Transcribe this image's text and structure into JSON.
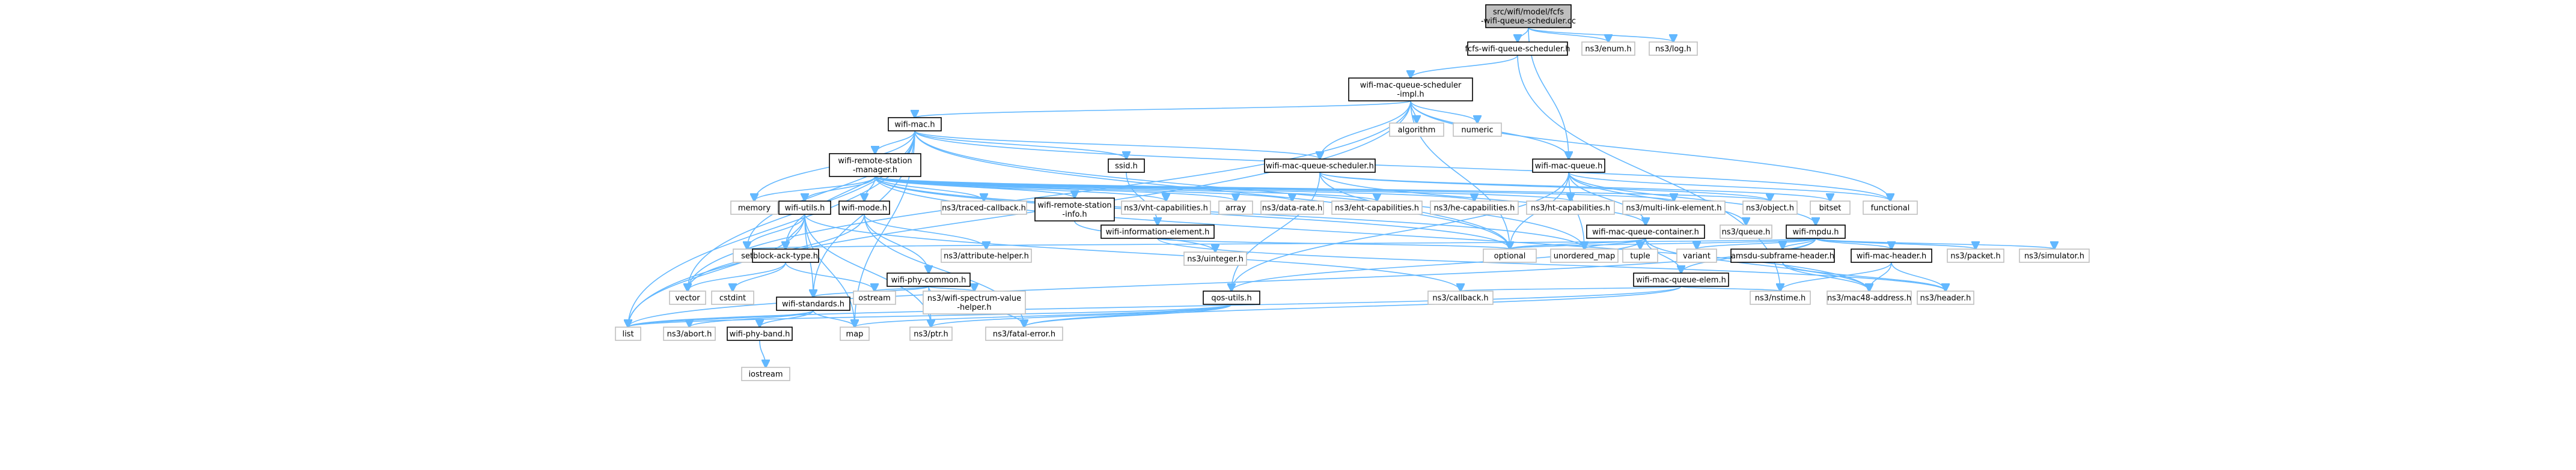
{
  "title": "src/wifi/model/fcfs-wifi-queue-scheduler.cc include dependency graph",
  "colors": {
    "edge": "#63b8ff",
    "documented_border": "#000000",
    "external_border": "#bfbfbf",
    "root_fill": "#bfbfbf"
  },
  "nodes": [
    {
      "id": "root",
      "lines": [
        "src/wifi/model/fcfs",
        "-wifi-queue-scheduler.cc"
      ],
      "kind": "root"
    },
    {
      "id": "fcfs_h",
      "lines": [
        "fcfs-wifi-queue-scheduler.h"
      ],
      "kind": "doc"
    },
    {
      "id": "enum_h",
      "lines": [
        "ns3/enum.h"
      ],
      "kind": "ext"
    },
    {
      "id": "log_h",
      "lines": [
        "ns3/log.h"
      ],
      "kind": "ext"
    },
    {
      "id": "wmqs_impl",
      "lines": [
        "wifi-mac-queue-scheduler",
        "-impl.h"
      ],
      "kind": "doc"
    },
    {
      "id": "wifi_mac",
      "lines": [
        "wifi-mac.h"
      ],
      "kind": "doc"
    },
    {
      "id": "algorithm",
      "lines": [
        "algorithm"
      ],
      "kind": "ext"
    },
    {
      "id": "numeric",
      "lines": [
        "numeric"
      ],
      "kind": "ext"
    },
    {
      "id": "wrsm",
      "lines": [
        "wifi-remote-station",
        "-manager.h"
      ],
      "kind": "doc"
    },
    {
      "id": "ssid",
      "lines": [
        "ssid.h"
      ],
      "kind": "doc"
    },
    {
      "id": "wmqs",
      "lines": [
        "wifi-mac-queue-scheduler.h"
      ],
      "kind": "doc"
    },
    {
      "id": "wmq",
      "lines": [
        "wifi-mac-queue.h"
      ],
      "kind": "doc"
    },
    {
      "id": "memory",
      "lines": [
        "memory"
      ],
      "kind": "ext"
    },
    {
      "id": "wifi_utils",
      "lines": [
        "wifi-utils.h"
      ],
      "kind": "doc"
    },
    {
      "id": "wifi_mode",
      "lines": [
        "wifi-mode.h"
      ],
      "kind": "doc"
    },
    {
      "id": "traced_cb",
      "lines": [
        "ns3/traced-callback.h"
      ],
      "kind": "ext"
    },
    {
      "id": "wrs_info",
      "lines": [
        "wifi-remote-station",
        "-info.h"
      ],
      "kind": "doc"
    },
    {
      "id": "vht_cap",
      "lines": [
        "ns3/vht-capabilities.h"
      ],
      "kind": "ext"
    },
    {
      "id": "array",
      "lines": [
        "array"
      ],
      "kind": "ext"
    },
    {
      "id": "data_rate",
      "lines": [
        "ns3/data-rate.h"
      ],
      "kind": "ext"
    },
    {
      "id": "eht_cap",
      "lines": [
        "ns3/eht-capabilities.h"
      ],
      "kind": "ext"
    },
    {
      "id": "he_cap",
      "lines": [
        "ns3/he-capabilities.h"
      ],
      "kind": "ext"
    },
    {
      "id": "ht_cap",
      "lines": [
        "ns3/ht-capabilities.h"
      ],
      "kind": "ext"
    },
    {
      "id": "mle",
      "lines": [
        "ns3/multi-link-element.h"
      ],
      "kind": "ext"
    },
    {
      "id": "object",
      "lines": [
        "ns3/object.h"
      ],
      "kind": "ext"
    },
    {
      "id": "bitset",
      "lines": [
        "bitset"
      ],
      "kind": "ext"
    },
    {
      "id": "wie",
      "lines": [
        "wifi-information-element.h"
      ],
      "kind": "doc"
    },
    {
      "id": "wmqc",
      "lines": [
        "wifi-mac-queue-container.h"
      ],
      "kind": "doc"
    },
    {
      "id": "queue_h",
      "lines": [
        "ns3/queue.h"
      ],
      "kind": "ext"
    },
    {
      "id": "wifi_mpdu",
      "lines": [
        "wifi-mpdu.h"
      ],
      "kind": "doc"
    },
    {
      "id": "functional",
      "lines": [
        "functional"
      ],
      "kind": "ext"
    },
    {
      "id": "set",
      "lines": [
        "set"
      ],
      "kind": "ext"
    },
    {
      "id": "attr_helper",
      "lines": [
        "ns3/attribute-helper.h"
      ],
      "kind": "ext"
    },
    {
      "id": "uinteger",
      "lines": [
        "ns3/uinteger.h"
      ],
      "kind": "ext"
    },
    {
      "id": "optional",
      "lines": [
        "optional"
      ],
      "kind": "ext"
    },
    {
      "id": "unordered_map",
      "lines": [
        "unordered_map"
      ],
      "kind": "ext"
    },
    {
      "id": "tuple",
      "lines": [
        "tuple"
      ],
      "kind": "ext"
    },
    {
      "id": "variant",
      "lines": [
        "variant"
      ],
      "kind": "ext"
    },
    {
      "id": "amsdu",
      "lines": [
        "amsdu-subframe-header.h"
      ],
      "kind": "doc"
    },
    {
      "id": "wmh",
      "lines": [
        "wifi-mac-header.h"
      ],
      "kind": "doc"
    },
    {
      "id": "packet",
      "lines": [
        "ns3/packet.h"
      ],
      "kind": "ext"
    },
    {
      "id": "simulator",
      "lines": [
        "ns3/simulator.h"
      ],
      "kind": "ext"
    },
    {
      "id": "block_ack",
      "lines": [
        "block-ack-type.h"
      ],
      "kind": "doc"
    },
    {
      "id": "wifi_phy_common",
      "lines": [
        "wifi-phy-common.h"
      ],
      "kind": "doc"
    },
    {
      "id": "wmqe",
      "lines": [
        "wifi-mac-queue-elem.h"
      ],
      "kind": "doc"
    },
    {
      "id": "vector",
      "lines": [
        "vector"
      ],
      "kind": "ext"
    },
    {
      "id": "cstdint",
      "lines": [
        "cstdint"
      ],
      "kind": "ext"
    },
    {
      "id": "ostream",
      "lines": [
        "ostream"
      ],
      "kind": "ext"
    },
    {
      "id": "wsvh",
      "lines": [
        "ns3/wifi-spectrum-value",
        "-helper.h"
      ],
      "kind": "ext"
    },
    {
      "id": "qos_utils",
      "lines": [
        "qos-utils.h"
      ],
      "kind": "doc"
    },
    {
      "id": "callback",
      "lines": [
        "ns3/callback.h"
      ],
      "kind": "ext"
    },
    {
      "id": "nstime",
      "lines": [
        "ns3/nstime.h"
      ],
      "kind": "ext"
    },
    {
      "id": "mac48",
      "lines": [
        "ns3/mac48-address.h"
      ],
      "kind": "ext"
    },
    {
      "id": "header",
      "lines": [
        "ns3/header.h"
      ],
      "kind": "ext"
    },
    {
      "id": "wifi_standards",
      "lines": [
        "wifi-standards.h"
      ],
      "kind": "doc"
    },
    {
      "id": "list",
      "lines": [
        "list"
      ],
      "kind": "ext"
    },
    {
      "id": "abort",
      "lines": [
        "ns3/abort.h"
      ],
      "kind": "ext"
    },
    {
      "id": "wifi_phy_band",
      "lines": [
        "wifi-phy-band.h"
      ],
      "kind": "doc"
    },
    {
      "id": "map",
      "lines": [
        "map"
      ],
      "kind": "ext"
    },
    {
      "id": "ptr",
      "lines": [
        "ns3/ptr.h"
      ],
      "kind": "ext"
    },
    {
      "id": "fatal",
      "lines": [
        "ns3/fatal-error.h"
      ],
      "kind": "ext"
    },
    {
      "id": "iostream",
      "lines": [
        "iostream"
      ],
      "kind": "ext"
    }
  ],
  "edges": [
    [
      "root",
      "fcfs_h"
    ],
    [
      "root",
      "enum_h"
    ],
    [
      "root",
      "log_h"
    ],
    [
      "root",
      "wmq"
    ],
    [
      "fcfs_h",
      "wmqs_impl"
    ],
    [
      "fcfs_h",
      "nstime"
    ],
    [
      "wmqs_impl",
      "wifi_mac"
    ],
    [
      "wmqs_impl",
      "algorithm"
    ],
    [
      "wmqs_impl",
      "numeric"
    ],
    [
      "wmqs_impl",
      "wmqs"
    ],
    [
      "wmqs_impl",
      "wmq"
    ],
    [
      "wmqs_impl",
      "functional"
    ],
    [
      "wmqs_impl",
      "optional"
    ],
    [
      "wmqs_impl",
      "list"
    ],
    [
      "wmqs_impl",
      "vector"
    ],
    [
      "wifi_mac",
      "wrsm"
    ],
    [
      "wifi_mac",
      "ssid"
    ],
    [
      "wifi_mac",
      "wmqs"
    ],
    [
      "wifi_mac",
      "memory"
    ],
    [
      "wifi_mac",
      "set"
    ],
    [
      "wifi_mac",
      "unordered_map"
    ],
    [
      "wifi_mac",
      "optional"
    ],
    [
      "wifi_mac",
      "functional"
    ],
    [
      "wifi_mac",
      "vector"
    ],
    [
      "wifi_mac",
      "block_ack"
    ],
    [
      "wifi_mac",
      "wifi_standards"
    ],
    [
      "wifi_mac",
      "list"
    ],
    [
      "wifi_mac",
      "map"
    ],
    [
      "wrsm",
      "wifi_utils"
    ],
    [
      "wrsm",
      "wifi_mode"
    ],
    [
      "wrsm",
      "traced_cb"
    ],
    [
      "wrsm",
      "wrs_info"
    ],
    [
      "wrsm",
      "vht_cap"
    ],
    [
      "wrsm",
      "array"
    ],
    [
      "wrsm",
      "data_rate"
    ],
    [
      "wrsm",
      "eht_cap"
    ],
    [
      "wrsm",
      "he_cap"
    ],
    [
      "wrsm",
      "ht_cap"
    ],
    [
      "wrsm",
      "mle"
    ],
    [
      "wrsm",
      "object"
    ],
    [
      "wrsm",
      "memory"
    ],
    [
      "wrsm",
      "optional"
    ],
    [
      "wrsm",
      "unordered_map"
    ],
    [
      "wrsm",
      "mac48"
    ],
    [
      "wifi_utils",
      "block_ack"
    ],
    [
      "wifi_utils",
      "wifi_standards"
    ],
    [
      "wifi_utils",
      "set"
    ],
    [
      "wifi_utils",
      "map"
    ],
    [
      "wifi_utils",
      "callback"
    ],
    [
      "wifi_utils",
      "ptr"
    ],
    [
      "wifi_utils",
      "list"
    ],
    [
      "wifi_mode",
      "wifi_phy_common"
    ],
    [
      "wifi_mode",
      "attr_helper"
    ],
    [
      "wifi_mode",
      "vector"
    ],
    [
      "wifi_mode",
      "fatal"
    ],
    [
      "wrs_info",
      "uinteger"
    ],
    [
      "ssid",
      "wie"
    ],
    [
      "wie",
      "optional"
    ],
    [
      "wie",
      "header"
    ],
    [
      "wmqs",
      "object"
    ],
    [
      "wmqs",
      "bitset"
    ],
    [
      "wmqs",
      "qos_utils"
    ],
    [
      "wmqs",
      "optional"
    ],
    [
      "wmqs",
      "wmqc"
    ],
    [
      "wmq",
      "wmqc"
    ],
    [
      "wmq",
      "queue_h"
    ],
    [
      "wmq",
      "wifi_mpdu"
    ],
    [
      "wmq",
      "functional"
    ],
    [
      "wmq",
      "optional"
    ],
    [
      "wmq",
      "unordered_map"
    ],
    [
      "wmq",
      "qos_utils"
    ],
    [
      "wmqc",
      "wmqe"
    ],
    [
      "wmqc",
      "optional"
    ],
    [
      "wmqc",
      "unordered_map"
    ],
    [
      "wmqc",
      "tuple"
    ],
    [
      "wmqc",
      "mac48"
    ],
    [
      "wmqc",
      "qos_utils"
    ],
    [
      "wifi_mpdu",
      "amsdu"
    ],
    [
      "wifi_mpdu",
      "wmh"
    ],
    [
      "wifi_mpdu",
      "packet"
    ],
    [
      "wifi_mpdu",
      "simulator"
    ],
    [
      "wifi_mpdu",
      "variant"
    ],
    [
      "wifi_mpdu",
      "wmqe"
    ],
    [
      "wifi_mpdu",
      "set"
    ],
    [
      "wifi_mpdu",
      "optional"
    ],
    [
      "wifi_mpdu",
      "list"
    ],
    [
      "amsdu",
      "header"
    ],
    [
      "amsdu",
      "mac48"
    ],
    [
      "wmh",
      "mac48"
    ],
    [
      "wmh",
      "header"
    ],
    [
      "wmh",
      "nstime"
    ],
    [
      "block_ack",
      "vector"
    ],
    [
      "block_ack",
      "cstdint"
    ],
    [
      "block_ack",
      "ostream"
    ],
    [
      "wifi_phy_common",
      "wifi_standards"
    ],
    [
      "wifi_phy_common",
      "ostream"
    ],
    [
      "wifi_phy_common",
      "wsvh"
    ],
    [
      "wifi_phy_common",
      "ptr"
    ],
    [
      "wifi_phy_common",
      "fatal"
    ],
    [
      "wmqe",
      "callback"
    ],
    [
      "wmqe",
      "nstime"
    ],
    [
      "wmqe",
      "list"
    ],
    [
      "wmqe",
      "fatal"
    ],
    [
      "qos_utils",
      "map"
    ],
    [
      "qos_utils",
      "list"
    ],
    [
      "qos_utils",
      "ptr"
    ],
    [
      "qos_utils",
      "fatal"
    ],
    [
      "wifi_standards",
      "wifi_phy_band"
    ],
    [
      "wifi_standards",
      "abort"
    ],
    [
      "wifi_standards",
      "list"
    ],
    [
      "wifi_standards",
      "map"
    ],
    [
      "wifi_phy_band",
      "iostream"
    ]
  ]
}
